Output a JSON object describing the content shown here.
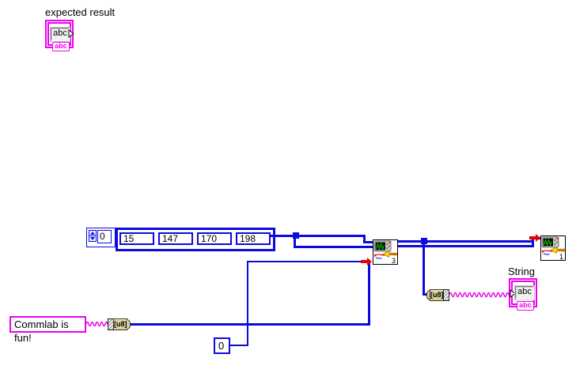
{
  "colors": {
    "wire_blue": "#0b0be0",
    "string_pink": "#f000f0",
    "string_wire_pink": "#e600e6",
    "node_tan": "#d8d19e"
  },
  "expected_result_control": {
    "label": "expected result",
    "value": "abc",
    "type_tag": "abc"
  },
  "array_constant": {
    "index": "0",
    "elements": [
      "15",
      "147",
      "170",
      "198"
    ]
  },
  "string_constant": {
    "text": "Commlab is fun!"
  },
  "number_constant": {
    "value": "0"
  },
  "string_to_byte_array_node": {
    "label": "[u8]"
  },
  "byte_array_to_string_node": {
    "label": "[u8]"
  },
  "subvi_3": {
    "number": "3"
  },
  "subvi_1": {
    "number": "1"
  },
  "string_indicator": {
    "label": "String",
    "value": "abc",
    "type_tag": "abc"
  }
}
